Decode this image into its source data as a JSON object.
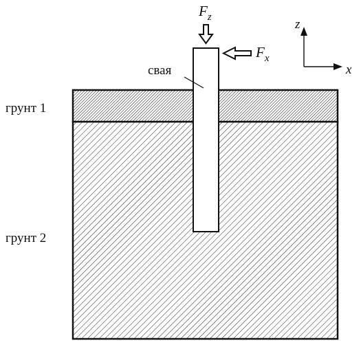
{
  "labels": {
    "pile": "свая",
    "soil1": "грунт 1",
    "soil2": "грунт 2"
  },
  "forces": {
    "vertical": {
      "symbol": "F",
      "subscript": "z"
    },
    "horizontal": {
      "symbol": "F",
      "subscript": "x"
    }
  },
  "axes": {
    "x": "x",
    "z": "z"
  },
  "colors": {
    "line": "#111111",
    "background": "#ffffff"
  }
}
